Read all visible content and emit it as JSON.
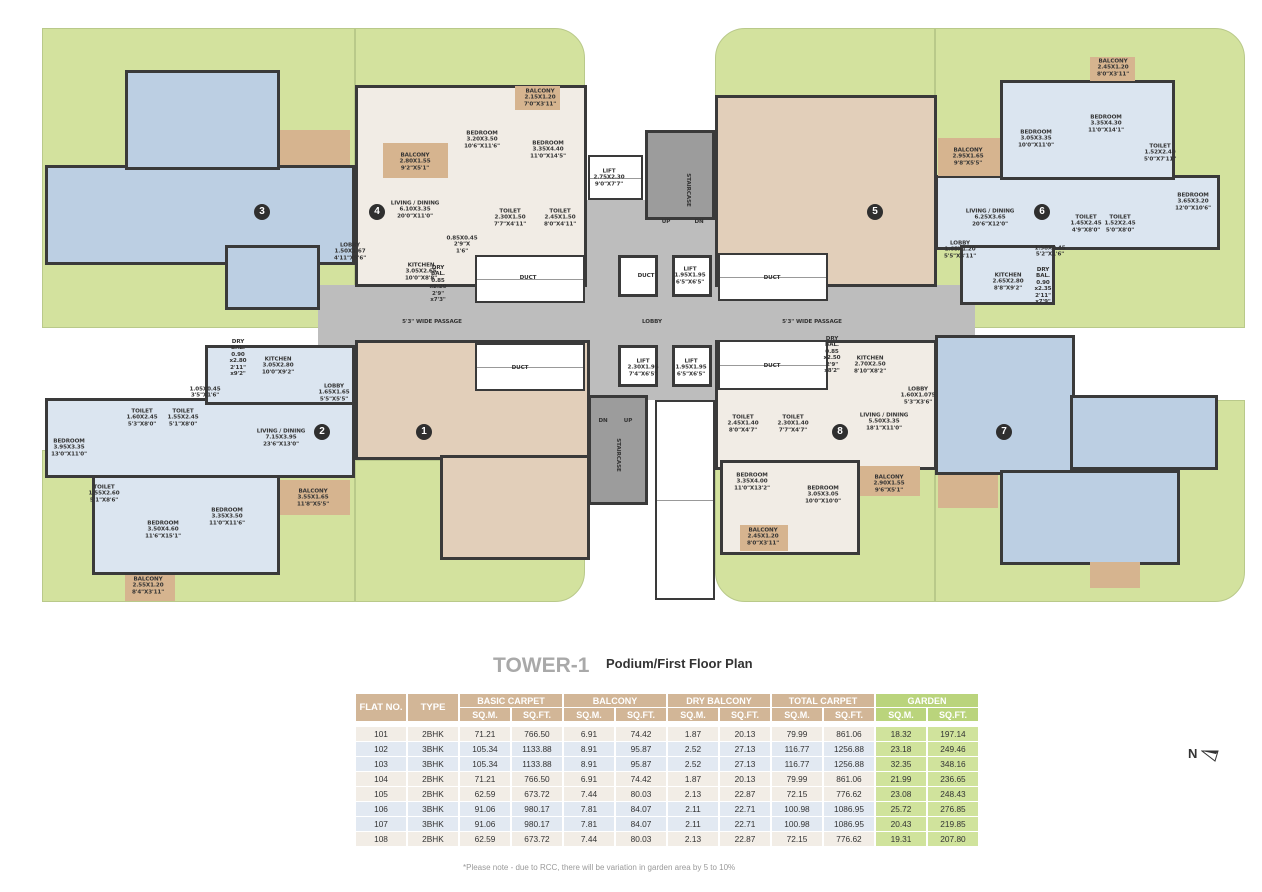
{
  "plan": {
    "units": [
      "1",
      "2",
      "3",
      "4",
      "5",
      "6",
      "7",
      "8"
    ],
    "labels": [
      "BALCONY\n2.15X1.20\n7'0\"X3'11\"",
      "BEDROOM\n3.20X3.50\n10'6\"X11'6\"",
      "BEDROOM\n3.35X4.40\n11'0\"X14'5\"",
      "BALCONY\n2.80X1.55\n9'2\"X5'1\"",
      "LIVING / DINING\n6.10X3.35\n20'0\"X11'0\"",
      "TOILET\n2.30X1.50\n7'7\"X4'11\"",
      "TOILET\n2.45X1.50\n8'0\"X4'11\"",
      "LOBBY\n1.50X1.67\n4'11\"X5'6\"",
      "0.85X0.45\n2'9\"X\n1'6\"",
      "KITCHEN\n3.05X2.65\n10'0\"X8'8\"",
      "DRY\nBAL.\n0.85\nx2.20\n2'9\"\nx7'3\"",
      "DUCT",
      "LIFT\n2.75X2.30\n9'0\"X7'7\"",
      "STAIRCASE",
      "UP",
      "DN",
      "DUCT",
      "LIFT\n1.95X1.95\n6'5\"X6'5\"",
      "DUCT",
      "5'3\" WIDE PASSAGE",
      "LOBBY",
      "5'3\" WIDE PASSAGE",
      "BALCONY\n2.45X1.20\n8'0\"X3'11\"",
      "BEDROOM\n3.05X3.35\n10'0\"X11'0\"",
      "BEDROOM\n3.35X4.30\n11'0\"X14'1\"",
      "BALCONY\n2.95X1.65\n9'8\"X5'5\"",
      "TOILET\n1.52X2.40\n5'0\"X7'11\"",
      "LIVING / DINING\n6.25X3.65\n20'6\"X12'0\"",
      "TOILET\n1.45X2.45\n4'9\"X8'0\"",
      "TOILET\n1.52X2.45\n5'0\"X8'0\"",
      "BEDROOM\n3.65X3.20\n12'0\"X10'6\"",
      "LOBBY\n1.65X1.20\n5'5\"X3'11\"",
      "1.58X0.45\n5'2\"X1'6\"",
      "KITCHEN\n2.65X2.80\n8'8\"X9'2\"",
      "DRY\nBAL.\n0.90\nx2.35\n2'11\"\nx7'9\"",
      "DRY\nBAL.\n0.90\nx2.80\n2'11\"\nx9'2\"",
      "KITCHEN\n3.05X2.80\n10'0\"X9'2\"",
      "1.05X0.45\n3'5\"X1'6\"",
      "LOBBY\n1.65X1.65\n5'5\"X5'5\"",
      "TOILET\n1.60X2.45\n5'3\"X8'0\"",
      "TOILET\n1.55X2.45\n5'1\"X8'0\"",
      "LIVING / DINING\n7.15X3.95\n23'6\"X13'0\"",
      "BEDROOM\n3.95X3.35\n13'0\"X11'0\"",
      "TOILET\n1.55X2.60\n5'1\"X8'6\"",
      "BALCONY\n3.55X1.65\n11'8\"X5'5\"",
      "BEDROOM\n3.50X4.60\n11'6\"X15'1\"",
      "BEDROOM\n3.35X3.50\n11'0\"X11'6\"",
      "BALCONY\n2.55X1.20\n8'4\"X3'11\"",
      "DUCT",
      "LIFT\n2.30X1.95\n7'4\"X6'5\"",
      "LIFT\n1.95X1.95\n6'5\"X6'5\"",
      "DN",
      "UP",
      "STAIRCASE",
      "DUCT",
      "DRY\nBAL.\n0.85\nx2.50\n2'9\"\nx8'2\"",
      "KITCHEN\n2.70X2.50\n8'10\"X8'2\"",
      "LOBBY\n1.60X1.075\n5'3\"X3'6\"",
      "TOILET\n2.45X1.40\n8'0\"X4'7\"",
      "TOILET\n2.30X1.40\n7'7\"X4'7\"",
      "LIVING / DINING\n5.50X3.35\n18'1\"X11'0\"",
      "BEDROOM\n3.35X4.00\n11'0\"X13'2\"",
      "BEDROOM\n3.05X3.05\n10'0\"X10'0\"",
      "BALCONY\n2.90X1.55\n9'6\"X5'1\"",
      "BALCONY\n2.45X1.20\n8'0\"X3'11\""
    ]
  },
  "heading": {
    "tower": "TOWER-1",
    "floor": "Podium/First Floor Plan"
  },
  "table": {
    "headers": {
      "flat_no": "FLAT NO.",
      "type": "TYPE",
      "groups": [
        "BASIC CARPET",
        "BALCONY",
        "DRY BALCONY",
        "TOTAL CARPET",
        "GARDEN"
      ],
      "sqm": "SQ.M.",
      "sqft": "SQ.FT."
    },
    "rows": [
      [
        "101",
        "2BHK",
        "71.21",
        "766.50",
        "6.91",
        "74.42",
        "1.87",
        "20.13",
        "79.99",
        "861.06",
        "18.32",
        "197.14"
      ],
      [
        "102",
        "3BHK",
        "105.34",
        "1133.88",
        "8.91",
        "95.87",
        "2.52",
        "27.13",
        "116.77",
        "1256.88",
        "23.18",
        "249.46"
      ],
      [
        "103",
        "3BHK",
        "105.34",
        "1133.88",
        "8.91",
        "95.87",
        "2.52",
        "27.13",
        "116.77",
        "1256.88",
        "32.35",
        "348.16"
      ],
      [
        "104",
        "2BHK",
        "71.21",
        "766.50",
        "6.91",
        "74.42",
        "1.87",
        "20.13",
        "79.99",
        "861.06",
        "21.99",
        "236.65"
      ],
      [
        "105",
        "2BHK",
        "62.59",
        "673.72",
        "7.44",
        "80.03",
        "2.13",
        "22.87",
        "72.15",
        "776.62",
        "23.08",
        "248.43"
      ],
      [
        "106",
        "3BHK",
        "91.06",
        "980.17",
        "7.81",
        "84.07",
        "2.11",
        "22.71",
        "100.98",
        "1086.95",
        "25.72",
        "276.85"
      ],
      [
        "107",
        "3BHK",
        "91.06",
        "980.17",
        "7.81",
        "84.07",
        "2.11",
        "22.71",
        "100.98",
        "1086.95",
        "20.43",
        "219.85"
      ],
      [
        "108",
        "2BHK",
        "62.59",
        "673.72",
        "7.44",
        "80.03",
        "2.13",
        "22.87",
        "72.15",
        "776.62",
        "19.31",
        "207.80"
      ]
    ],
    "row_colors": [
      "cream",
      "blue",
      "blue",
      "cream",
      "cream",
      "blue",
      "blue",
      "cream"
    ]
  },
  "note": "*Please note - due to RCC, there will be variation in garden area by 5 to 10%",
  "north": {
    "label": "N",
    "icon": "north-arrow-icon"
  },
  "colors": {
    "garden": "#d3e29e",
    "unit_blue": "#bccfe3",
    "unit_tan": "#e2cfba",
    "unit_cream": "#f1ece5",
    "balcony": "#d6b48f",
    "corridor": "#bdbdbd",
    "table_header": "#d2b697",
    "garden_header": "#bad47c"
  }
}
